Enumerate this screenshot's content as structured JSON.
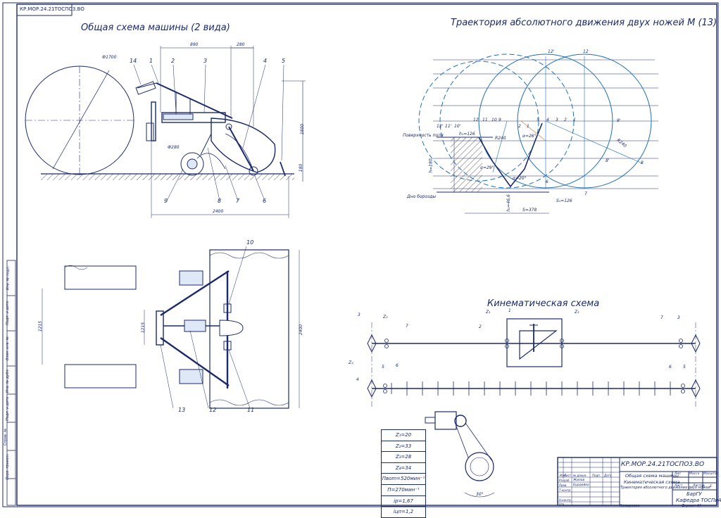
{
  "corner_stamp": "КР.МОР.24.21ТОСПО3.ВО",
  "titles": {
    "general": "Общая схема машины (2 вида)",
    "trajectory": "Траектория абсолютного движения двух ножей М (13)",
    "kinematic": "Кинематическая схема"
  },
  "general_view": {
    "dims": {
      "d1700": "Ф1700",
      "d280": "Ф280",
      "w890": "890",
      "w280": "280",
      "w2400": "2400",
      "h1800": "1800",
      "h180": "180"
    },
    "part_numbers": [
      "14",
      "1",
      "2",
      "3",
      "4",
      "5",
      "9",
      "8",
      "7",
      "6"
    ]
  },
  "plan_view": {
    "dims": {
      "w1215a": "1215",
      "w1215b": "1215",
      "w2400": "2400"
    },
    "part_numbers": [
      "10",
      "13",
      "12",
      "11"
    ]
  },
  "trajectory": {
    "labels": {
      "surface": "Поверхность поля",
      "bottom": "Дно борозды",
      "s378": "S=378",
      "s126": "S₁=126",
      "h180": "h=180",
      "r240a": "R240",
      "r240b": "R240",
      "h126": "h₁=126",
      "h466": "h₁=46,6",
      "a29": "α=29°",
      "a20": "α=20°",
      "a26": "α=26°"
    },
    "circle_points_top": [
      "12'",
      "12"
    ],
    "row_points": [
      "12'",
      "11'",
      "10'",
      "9'",
      "8'",
      "12",
      "11",
      "10",
      "9",
      "8",
      "7",
      "6",
      "5",
      "4",
      "3",
      "2",
      "1",
      "2",
      "1"
    ]
  },
  "kinematic": {
    "labels": {
      "z1": "Z₁",
      "z2": "Z₂",
      "z3": "Z₃",
      "z4": "Z₄",
      "n1": "1",
      "n2": "2",
      "n3a": "3",
      "n3b": "3",
      "n4": "4",
      "n5a": "5",
      "n5b": "5",
      "n6a": "6",
      "n6b": "6",
      "n7a": "7",
      "n7b": "7",
      "angle": "30°"
    }
  },
  "spec_table": [
    "Z₁=20",
    "Z₂=33",
    "Z₃=28",
    "Z₄=34",
    "Пвom=520мин⁻¹",
    "П=270мин⁻¹",
    "ip=1,67",
    "iцп=1,2"
  ],
  "title_block": {
    "code": "КР.МОР.24.21ТОСПО3.ВО",
    "line1": "Общая схема машины",
    "line2": "Кинематическая схема",
    "line3": "Траектория абсолютного движения двух ножей",
    "org1": "БарГУ",
    "org2": "Кафедра ТОСПиА",
    "cols": [
      "Изм.",
      "Лист",
      "№ докум.",
      "Подп.",
      "Дата"
    ],
    "rows": [
      "Разраб.",
      "Пров.",
      "Т.контр.",
      "Н.контр.",
      "Утв."
    ],
    "names": [
      "Жилов",
      "Бурдейко"
    ],
    "lit": "Лит.",
    "mass": "Масса",
    "scale": "Масштаб",
    "sheet": "Лист",
    "sheets": "Листов",
    "sheets_n": "1",
    "copied": "Копировал",
    "format": "Формат А1"
  },
  "side_strip": [
    "Инв. № подл.",
    "Подп. и дата",
    "Взам. инв. №",
    "Инв. № дубл.",
    "Подп. и дата",
    "Справ. №",
    "Перв. примен."
  ],
  "colors": {
    "line": "#1b2a6b",
    "circle": "#1f6fb5",
    "hatch": "#555555",
    "accent": "#d08a4a"
  }
}
